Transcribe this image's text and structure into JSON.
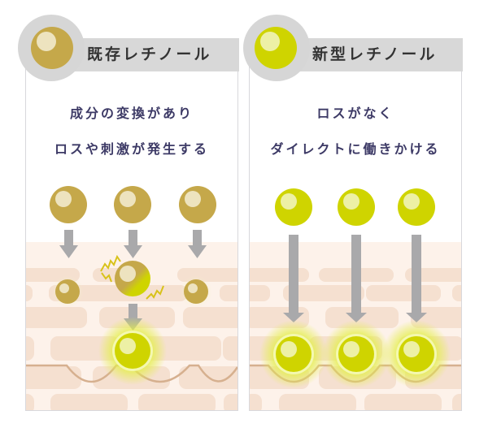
{
  "panels": [
    {
      "title": "既存レチノール",
      "headline": [
        "成分の変換があり",
        "ロスや刺激が発生する"
      ],
      "ball_color": "#c5a84a",
      "ball_highlight": "#ede3bf"
    },
    {
      "title": "新型レチノール",
      "headline": [
        "ロスがなく",
        "ダイレクトに働きかける"
      ],
      "ball_color": "#cfd400",
      "ball_highlight": "#edf0a5"
    }
  ],
  "colors": {
    "skin_base": "#fdf2ea",
    "brick": "#f5e0d0",
    "wave_line": "#d6b08f",
    "arrow": "#a9a9ab",
    "glow": "#e4ee4a",
    "text": "#3d3a66",
    "header_bg": "#d8d8d8"
  }
}
